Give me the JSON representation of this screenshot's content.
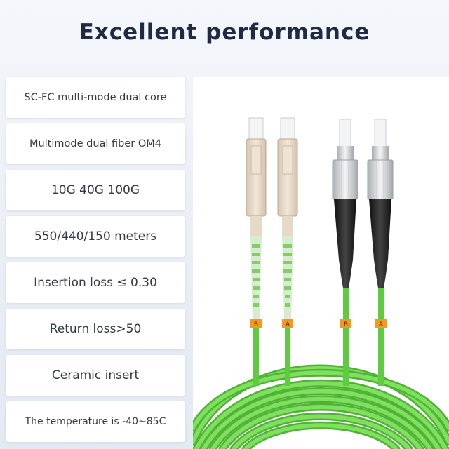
{
  "title": "Excellent performance",
  "features": [
    "SC-FC multi-mode dual core",
    "Multimode dual fiber OM4",
    "10G 40G 100G",
    "550/440/150 meters",
    "Insertion loss ≤ 0.30",
    "Return loss>50",
    "Ceramic insert",
    "The temperature is -40~85C"
  ],
  "photo": {
    "connector_labels": [
      "B",
      "A",
      "B",
      "A"
    ],
    "cable_color": "#66d447",
    "sc_color": "#e8dac8",
    "label_color": "#f39a1c"
  }
}
